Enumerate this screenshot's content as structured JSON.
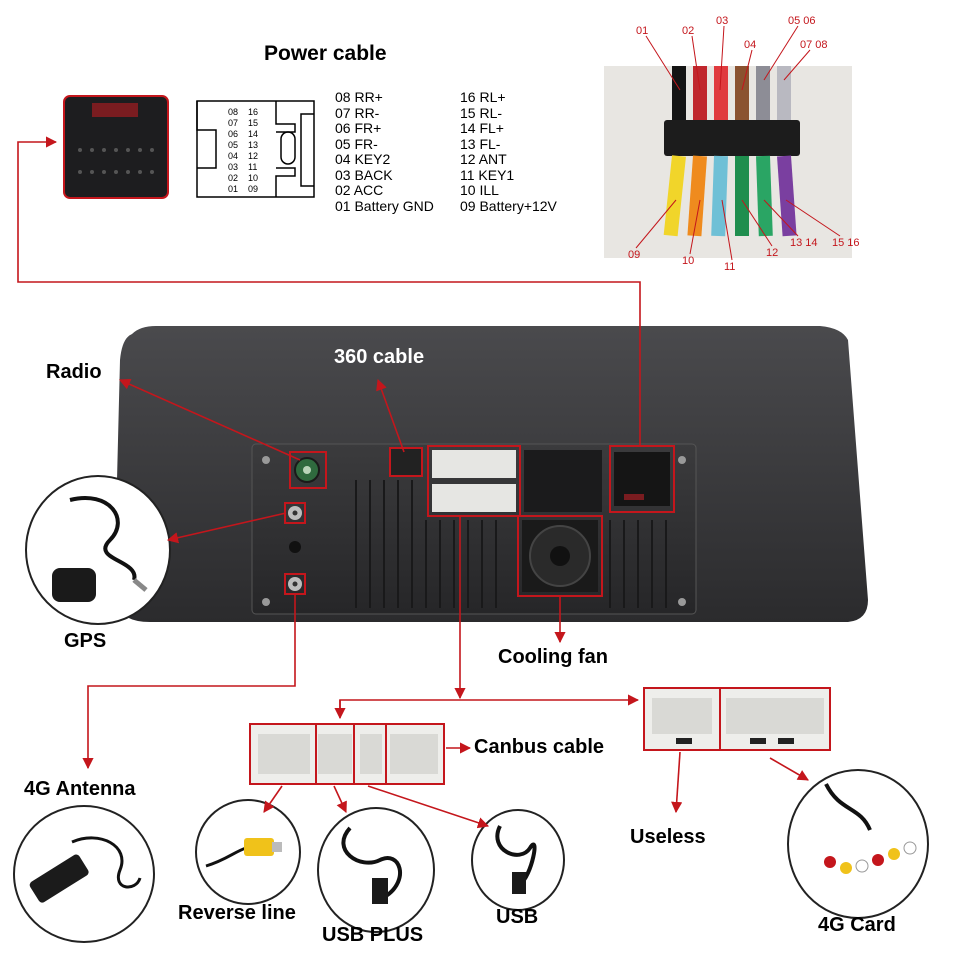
{
  "title": "Power cable",
  "pins_left": [
    "08 RR+",
    "07 RR-",
    "06 FR+",
    "05 FR-",
    "04 KEY2",
    "03 BACK",
    "02 ACC",
    "01 Battery GND"
  ],
  "pins_right": [
    "16 RL+",
    "15 RL-",
    "14 FL+",
    "13 FL-",
    "12 ANT",
    "11 KEY1",
    "10 ILL",
    "09 Battery+12V"
  ],
  "connector_face_left": [
    "08",
    "07",
    "06",
    "05",
    "04",
    "03",
    "02",
    "01"
  ],
  "connector_face_right": [
    "16",
    "15",
    "14",
    "13",
    "12",
    "11",
    "10",
    "09"
  ],
  "wire_top_labels": [
    "01",
    "02",
    "03",
    "04",
    "05 06",
    "07 08"
  ],
  "wire_bottom_labels": [
    "09",
    "10",
    "11",
    "12",
    "13 14",
    "15 16"
  ],
  "labels": {
    "radio": "Radio",
    "cable_360": "360 cable",
    "gps": "GPS",
    "cooling_fan": "Cooling fan",
    "antenna_4g": "4G Antenna",
    "canbus": "Canbus cable",
    "useless": "Useless",
    "reverse": "Reverse line",
    "usb_plus": "USB PLUS",
    "usb": "USB",
    "card_4g": "4G Card"
  },
  "colors": {
    "accent": "#c4161c",
    "unit_body": "#3a3a3c",
    "connector": "#e9e9e6"
  }
}
